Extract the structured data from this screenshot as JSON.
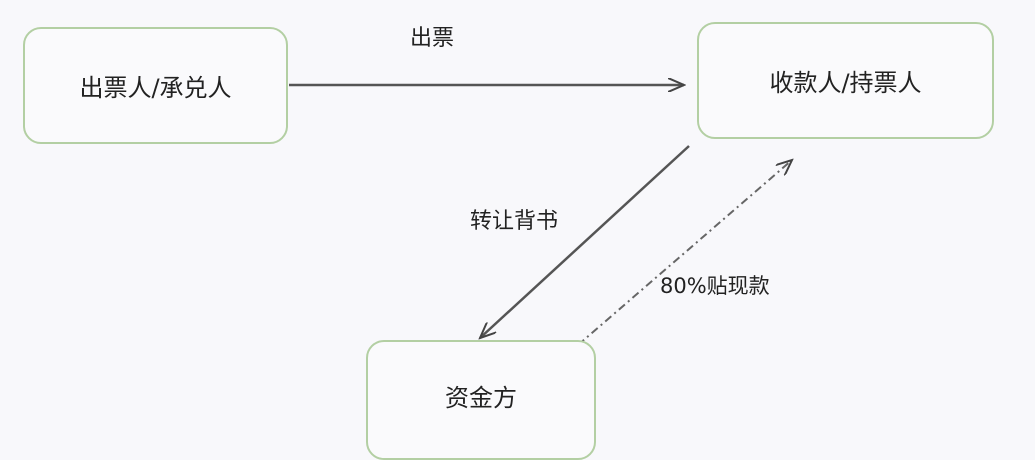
{
  "nodes": {
    "drawer": "出票人/承兑人",
    "payee": "收款人/持票人",
    "funder": "资金方"
  },
  "edges": {
    "issue": "出票",
    "endorse": "转让背书",
    "discount": "80%贴现款"
  },
  "colors": {
    "border": "#b3cfa3",
    "line": "#444444",
    "background": "#f8f8fb"
  }
}
